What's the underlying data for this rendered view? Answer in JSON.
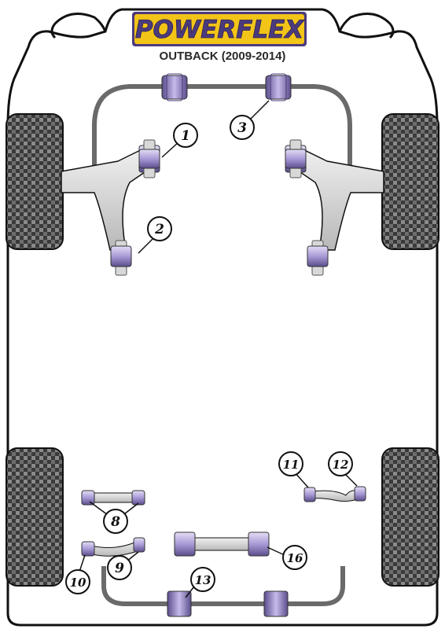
{
  "brand": {
    "name": "POWERFLEX",
    "model": "OUTBACK (2009-2014)",
    "colors": {
      "brand_bg": "#f3c418",
      "brand_text": "#4b3a7d",
      "bush": "#a99ad6",
      "bush_dark": "#5b4d8c",
      "arm": "#d9d9d9",
      "tyre": "#4a4a4a"
    }
  },
  "callouts": [
    {
      "id": "1",
      "label": "1"
    },
    {
      "id": "2",
      "label": "2"
    },
    {
      "id": "3",
      "label": "3"
    },
    {
      "id": "8",
      "label": "8"
    },
    {
      "id": "9",
      "label": "9"
    },
    {
      "id": "10",
      "label": "10"
    },
    {
      "id": "11",
      "label": "11"
    },
    {
      "id": "12",
      "label": "12"
    },
    {
      "id": "13",
      "label": "13"
    },
    {
      "id": "16",
      "label": "16"
    }
  ]
}
